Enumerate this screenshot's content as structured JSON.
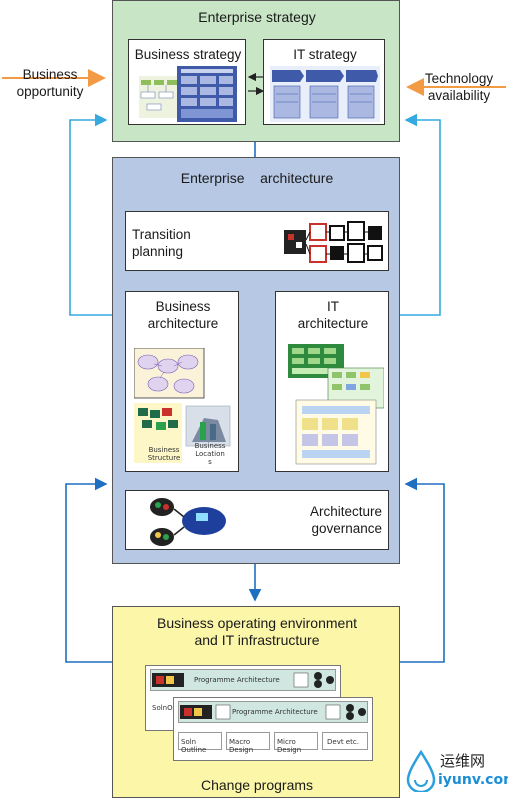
{
  "external": {
    "left_label_1": "Business",
    "left_label_2": "opportunity",
    "right_label_1": "Technology",
    "right_label_2": "availability"
  },
  "strategy": {
    "title": "Enterprise strategy",
    "business_title": "Business strategy",
    "it_title": "IT strategy"
  },
  "architecture": {
    "title": "Enterprise    architecture",
    "transition_1": "Transition",
    "transition_2": "planning",
    "business_arch_1": "Business",
    "business_arch_2": "architecture",
    "it_arch_1": "IT",
    "it_arch_2": "architecture",
    "business_thumb_caption_1": "Business\nStructure",
    "business_thumb_caption_2": "Business\nLocation\ns",
    "governance_1": "Architecture",
    "governance_2": "governance"
  },
  "operations": {
    "title_1": "Business operating environment",
    "title_2": "and IT infrastructure",
    "card_title": "Programme Architecture",
    "card_front_title": "Programme Architecture",
    "back_row_first": "SolnO",
    "front_row": [
      "Soln Outline",
      "Macro Design",
      "Micro Design",
      "Devt etc."
    ],
    "footer": "Change programs"
  },
  "colors": {
    "strategy_bg": "#c8e6c6",
    "ea_bg": "#b7c8e4",
    "ops_bg": "#fbf6a8",
    "blue_arrow": "#1e6fbf",
    "cyan_arrow": "#35a9e0",
    "orange_arrow": "#f39a45"
  },
  "watermark": {
    "logo_text": "运维网",
    "url_text": "iyunv.com"
  }
}
